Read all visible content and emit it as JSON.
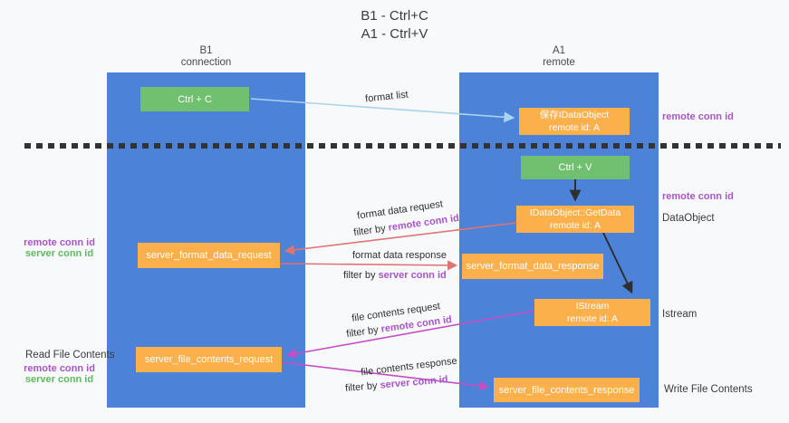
{
  "title": {
    "line1": "B1 - Ctrl+C",
    "line2": "A1 - Ctrl+V"
  },
  "lanes": {
    "left": {
      "name": "B1",
      "role": "connection"
    },
    "right": {
      "name": "A1",
      "role": "remote"
    }
  },
  "nodes": {
    "ctrl_c": {
      "label": "Ctrl + C"
    },
    "save_dataobject": {
      "line1": "保存IDataObject",
      "line2": "remote id: A"
    },
    "ctrl_v": {
      "label": "Ctrl + V"
    },
    "getdata": {
      "line1": "IDataObject::GetData",
      "line2": "remote id: A"
    },
    "server_format_data_request": {
      "label": "server_format_data_request"
    },
    "server_format_data_response": {
      "label": "server_format_data_response"
    },
    "istream": {
      "line1": "IStream",
      "line2": "remote id: A"
    },
    "server_file_contents_request": {
      "label": "server_file_contents_request"
    },
    "server_file_contents_response": {
      "label": "server_file_contents_response"
    }
  },
  "arrow_labels": {
    "format_list": "format list",
    "format_data_request": "format data request",
    "format_data_response": "format data response",
    "file_contents_request": "file contents request",
    "file_contents_response": "file contents response",
    "filter_by": "filter by",
    "remote_conn_id": "remote conn id",
    "server_conn_id": "server conn id"
  },
  "side_labels": {
    "remote_conn_id": "remote conn id",
    "server_conn_id": "server conn id",
    "dataobject": "DataObject",
    "istream": "Istream",
    "read_file_contents": "Read File Contents",
    "write_file_contents": "Write File Contents"
  },
  "colors": {
    "background": "#f8f9fa",
    "lane_blue": "#4d82d9",
    "node_green": "#71c06f",
    "node_orange": "#fbb04c",
    "purple_text": "#a855c8",
    "green_text": "#5fba5f",
    "arrow_light_blue": "#a9d3ee",
    "arrow_red": "#e07373",
    "arrow_magenta": "#c44fc4",
    "arrow_black": "#2f2f2f",
    "dashed_line": "#333333"
  }
}
